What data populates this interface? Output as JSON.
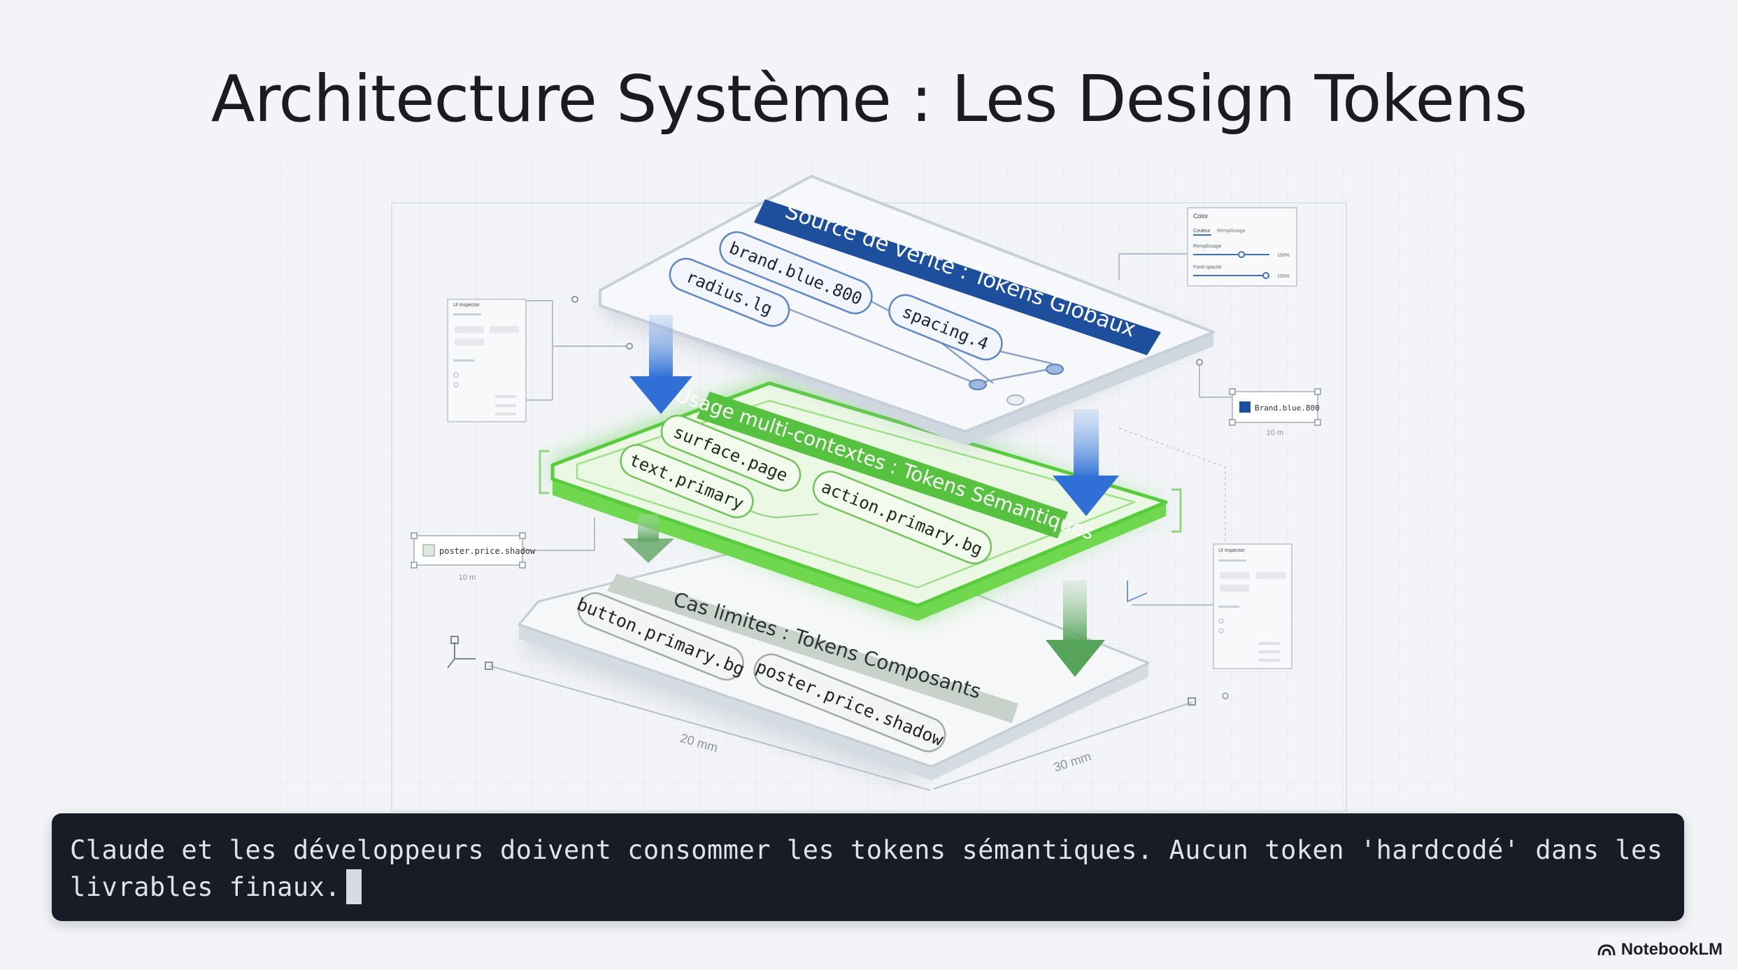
{
  "title": "Architecture Système : Les Design Tokens",
  "layers": {
    "global": {
      "header": "Source de vérité : Tokens Globaux",
      "tokens": [
        "brand.blue.800",
        "radius.lg",
        "spacing.4"
      ]
    },
    "semantic": {
      "header": "Usage multi-contextes : Tokens Sémantiques",
      "tokens": [
        "surface.page",
        "text.primary",
        "action.primary.bg"
      ]
    },
    "component": {
      "header": "Cas limites : Tokens Composants",
      "tokens": [
        "button.primary.bg",
        "poster.price.shadow"
      ]
    }
  },
  "callouts": {
    "brand_chip": "Brand.blue.800",
    "shadow_chip": "poster.price.shadow"
  },
  "dimensions": {
    "bottom_left": "20 mm",
    "bottom_right": "30 mm",
    "chip_right": "10 m",
    "chip_left": "10 m"
  },
  "panels": {
    "color": {
      "title": "Color",
      "tabs": [
        "Couleur",
        "Remplissage"
      ],
      "rows": [
        "Remplissage",
        "Fond opacité"
      ],
      "values": [
        "100%",
        "100%"
      ]
    },
    "left": {
      "title": "UI Inspector"
    },
    "right": {
      "title": "UI Inspector"
    }
  },
  "colors": {
    "blue": "#1e4f9c",
    "green": "#4fc637",
    "gray_band": "#c9d2cc",
    "terminal_bg": "#181c26"
  },
  "terminal": {
    "text": "Claude et les développeurs doivent consommer les tokens sémantiques. Aucun token 'hardcodé' dans les livrables finaux."
  },
  "brand": "NotebookLM"
}
